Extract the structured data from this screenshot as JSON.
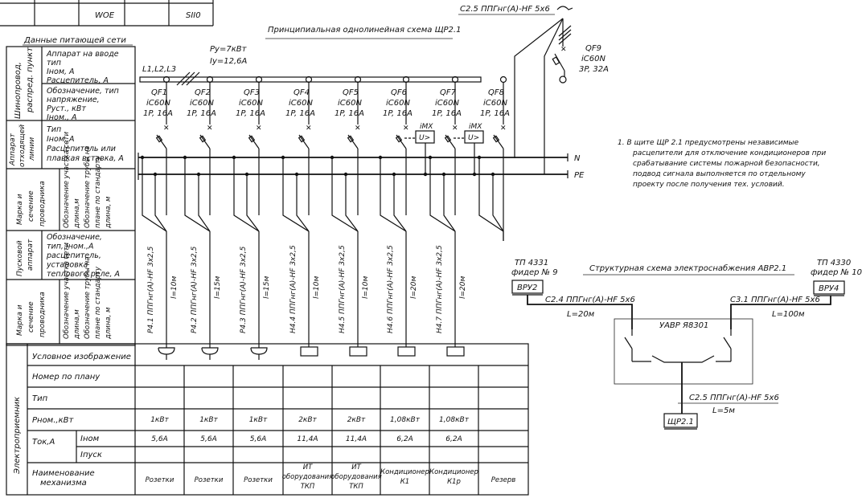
{
  "title_block": {
    "cells": [
      "",
      "",
      "WOE",
      "",
      "SII0"
    ]
  },
  "main_title": "Принципиальная однолинейная схема ЩР2.1",
  "feeder_cable": "С2.5 ППГнг(А)-HF 5х6",
  "left_table": {
    "header": "Данные питающей сети",
    "sections": [
      {
        "group": "Шинопровод, распред. пункт",
        "rows": [
          "Аппарат на вводе",
          "тип",
          "Iном, А",
          "Расцепитель, А"
        ]
      },
      {
        "group": "",
        "rows": [
          "Обозначение, тип",
          "напряжение,",
          "Руст., кВт",
          "Iном., А"
        ]
      },
      {
        "group": "Аппарат отходящей линии",
        "rows": [
          "Тип",
          "Iном.,А",
          "Расцепитель или",
          "плавкая вставка, А"
        ]
      },
      {
        "group": "Марка и сечение проводника",
        "sub": [
          "Обозначение участка сети",
          "длина,м",
          "Обозначение трубы на",
          "плане по стандарту",
          "длина, м"
        ]
      },
      {
        "group": "Пусковой аппарат",
        "rows": [
          "Обозначение,",
          "тип, Iном.,А",
          "расцепитель,",
          "установка",
          "теплового реле, А"
        ]
      },
      {
        "group": "Марка и сечение проводника",
        "sub": [
          "Обозначение участка сети",
          "длина,м",
          "Обозначение трубы на",
          "плане по стандарту",
          "длина, м"
        ]
      }
    ]
  },
  "busbar": {
    "phases": "L1,L2,L3",
    "p_set": "Ру=7кВт",
    "i_set": "Iу=12,6А",
    "n_label": "N",
    "pe_label": "PE"
  },
  "input_breaker": {
    "name": "QF9",
    "type": "iC60N",
    "rating": "3P, 32A"
  },
  "breakers": [
    {
      "name": "QF1",
      "type": "iC60N",
      "rating": "1P, 16A",
      "imx": false
    },
    {
      "name": "QF2",
      "type": "iC60N",
      "rating": "1P, 16A",
      "imx": false
    },
    {
      "name": "QF3",
      "type": "iC60N",
      "rating": "1P, 16A",
      "imx": false
    },
    {
      "name": "QF4",
      "type": "iC60N",
      "rating": "1P, 16A",
      "imx": false
    },
    {
      "name": "QF5",
      "type": "iC60N",
      "rating": "1P, 16A",
      "imx": false
    },
    {
      "name": "QF6",
      "type": "iC60N",
      "rating": "1P, 16A",
      "imx": true
    },
    {
      "name": "QF7",
      "type": "iC60N",
      "rating": "1P, 16A",
      "imx": true
    },
    {
      "name": "QF8",
      "type": "iC60N",
      "rating": "1P, 16A",
      "imx": false
    }
  ],
  "imx_label": "iMX",
  "imx_relay": "U>",
  "lines": [
    {
      "cable": "Р4.1 ППГнг(А)-HF 3х2,5",
      "length": "l=10м",
      "symbol": "socket"
    },
    {
      "cable": "Р4.2 ППГнг(А)-HF 3х2,5",
      "length": "l=15м",
      "symbol": "socket"
    },
    {
      "cable": "Р4.3 ППГнг(А)-HF 3х2,5",
      "length": "l=15м",
      "symbol": "socket"
    },
    {
      "cable": "Н4.4 ППГнг(А)-HF 3х2,5",
      "length": "l=10м",
      "symbol": "box"
    },
    {
      "cable": "Н4.5 ППГнг(А)-HF 3х2,5",
      "length": "l=10м",
      "symbol": "box"
    },
    {
      "cable": "Н4.6 ППГнг(А)-HF 3х2,5",
      "length": "l=20м",
      "symbol": "box"
    },
    {
      "cable": "Н4.7 ППГнг(А)-HF 3х2,5",
      "length": "l=20м",
      "symbol": "box"
    }
  ],
  "note": [
    "1.  В щите ЩР 2.1  предусмотрены независимые",
    "расцепители для отключение кондиционеров при",
    "срабатывание системы пожарной безопасности,",
    "подвод сигнала выполняется по отдельному",
    "проекту после получения тех. условий."
  ],
  "avr": {
    "title": "Структурная схема электроснабжения АВР2.1",
    "left_source": {
      "tp": "ТП 4331",
      "feeder": "фидер № 9",
      "board": "ВРУ2",
      "cable": "С2.4 ППГнг(А)-HF 5х6",
      "length": "L=20м"
    },
    "right_source": {
      "tp": "ТП 4330",
      "feeder": "фидер № 10",
      "board": "ВРУ4",
      "cable": "С3.1 ППГнг(А)-HF 5х6",
      "length": "L=100м"
    },
    "unit": "УАВР Я8301",
    "out_cable": "С2.5 ППГнг(А)-HF 5х6",
    "out_length": "L=5м",
    "target": "ЩР2.1"
  },
  "bottom_table": {
    "group": "Электроприемник",
    "row_labels": {
      "symbol": "Условное изображение",
      "plan_no": "Номер по плану",
      "type": "Тип",
      "p_nom": "Рном.,кВт",
      "current": "Ток,А",
      "i_nom": "Iном",
      "i_start": "Iпуск",
      "name": "Наименование",
      "name2": "механизма"
    },
    "columns": [
      {
        "p": "1кВт",
        "i": "5,6А",
        "name": [
          "Розетки"
        ]
      },
      {
        "p": "1кВт",
        "i": "5,6А",
        "name": [
          "Розетки"
        ]
      },
      {
        "p": "1кВт",
        "i": "5,6А",
        "name": [
          "Розетки"
        ]
      },
      {
        "p": "2кВт",
        "i": "11,4А",
        "name": [
          "ИТ",
          "оборудования",
          "ТКП"
        ]
      },
      {
        "p": "2кВт",
        "i": "11,4А",
        "name": [
          "ИТ",
          "оборудования",
          "ТКП"
        ]
      },
      {
        "p": "1,08кВт",
        "i": "6,2А",
        "name": [
          "Кондиционер",
          "К1"
        ]
      },
      {
        "p": "1,08кВт",
        "i": "6,2А",
        "name": [
          "Кондиционер",
          "К1р"
        ]
      },
      {
        "p": "",
        "i": "",
        "name": [
          "Резерв"
        ]
      }
    ]
  }
}
